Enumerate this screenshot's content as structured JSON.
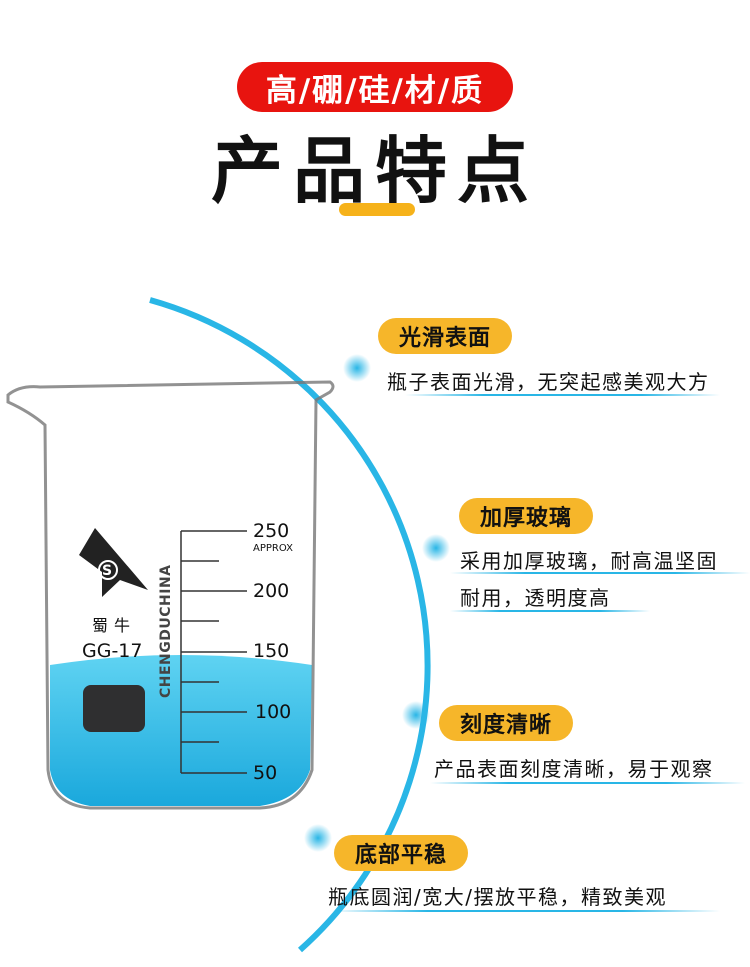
{
  "header": {
    "tag": "高/硼/硅/材/质",
    "title": "产品特点"
  },
  "beaker": {
    "brand": "蜀牛",
    "model": "GG-17",
    "maker": "CHENGDUCHINA",
    "approx": "APPROX",
    "scale": [
      "250",
      "200",
      "150",
      "100",
      "50"
    ]
  },
  "features": [
    {
      "title": "光滑表面",
      "lines": [
        "瓶子表面光滑，无突起感美观大方"
      ]
    },
    {
      "title": "加厚玻璃",
      "lines": [
        "采用加厚玻璃，耐高温坚固",
        "耐用，透明度高"
      ]
    },
    {
      "title": "刻度清晰",
      "lines": [
        "产品表面刻度清晰，易于观察"
      ]
    },
    {
      "title": "底部平稳",
      "lines": [
        "瓶底圆润/宽大/摆放平稳，精致美观"
      ]
    }
  ],
  "colors": {
    "red": "#e8140f",
    "accent": "#f6b62a",
    "arc": "#29b6e6",
    "liquid": "#3cc4ea"
  }
}
